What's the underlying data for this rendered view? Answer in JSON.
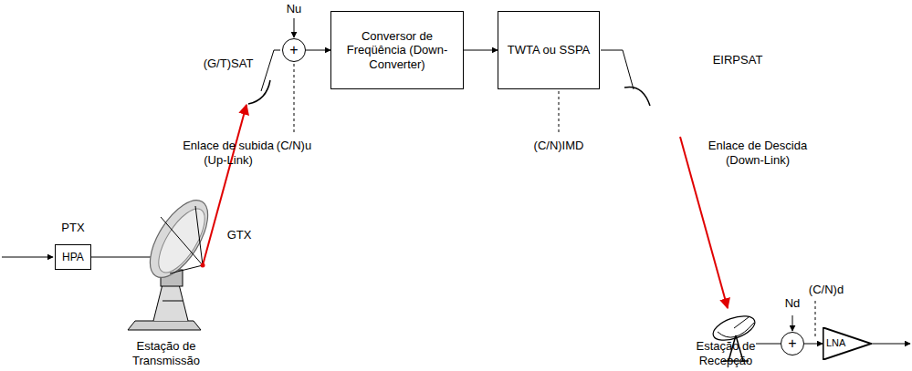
{
  "diagram": {
    "nodes": [
      {
        "text": [
          "HPA"
        ]
      },
      {
        "text": [
          "+"
        ]
      },
      {
        "text": [
          "Conversor de Freqüência (Down-Converter)"
        ]
      },
      {
        "text": [
          "TWTA ou SSPA"
        ]
      },
      {
        "text": [
          "+"
        ]
      },
      {
        "text": [
          "LNA"
        ]
      }
    ],
    "edges": [
      {
        "from": 1,
        "to": 2,
        "arrow": "to"
      },
      {
        "from": 2,
        "to": 3,
        "arrow": "to"
      },
      {
        "from": 4,
        "to": 5,
        "arrow": "to"
      }
    ],
    "labels": [
      "Nu",
      "(G/T)SAT",
      "(C/N)u",
      "(C/N)IMD",
      "EIRPSAT",
      "Enlace de subida (Up-Link)",
      "Enlace de Descida (Down-Link)",
      "PTX",
      "GTX",
      "Estação de Transmissão",
      "Estação de Recepção",
      "Nd",
      "(C/N)d"
    ]
  }
}
